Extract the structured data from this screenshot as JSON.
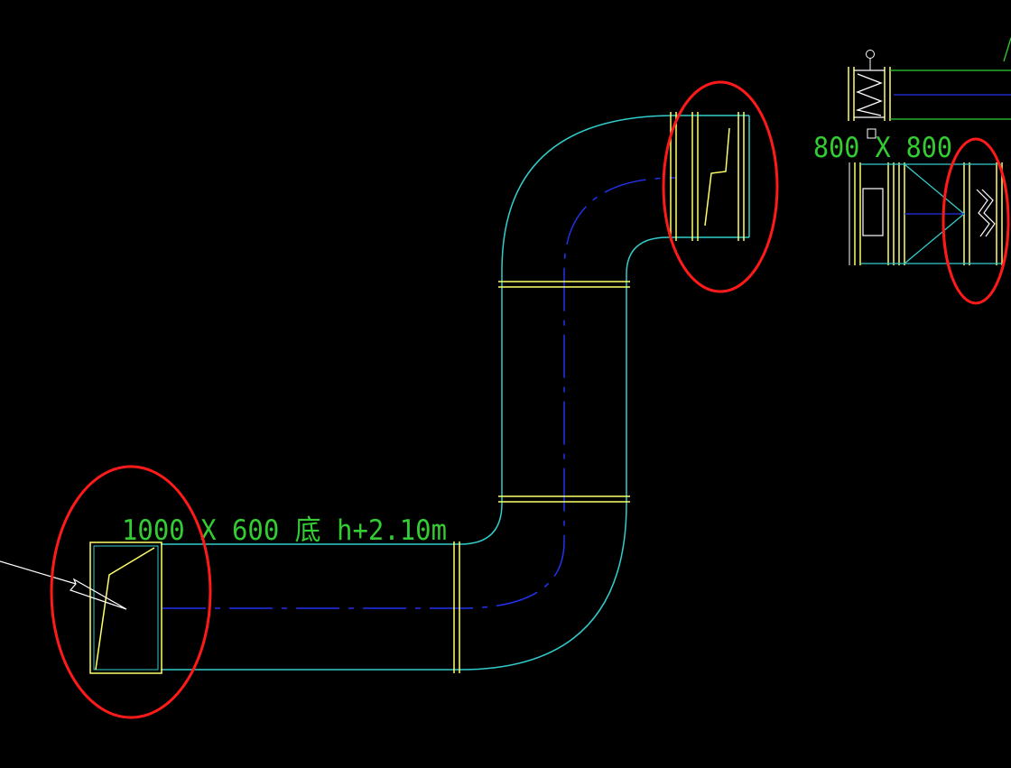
{
  "drawing": {
    "labels": {
      "duct_main": "1000 X 600 底 h+2.10m",
      "duct_right": "800 X 800"
    },
    "colors": {
      "background": "#000000",
      "duct_outline": "#33cccc",
      "flange": "#ffff66",
      "centerline": "#2233ee",
      "annotation_text": "#33cc33",
      "highlight": "#ff1a1a",
      "leader": "#ffffff"
    },
    "highlight_count": 3
  }
}
